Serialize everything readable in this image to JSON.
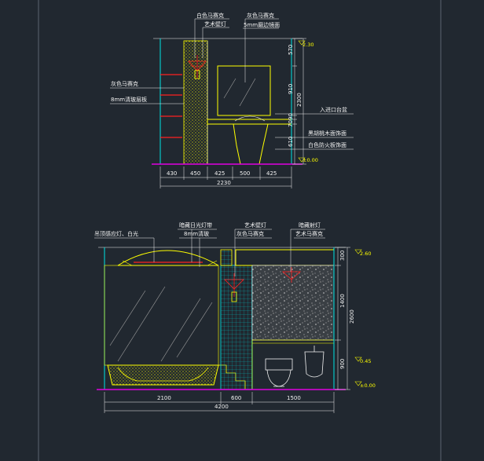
{
  "colors": {
    "background": "#212830",
    "frame": "#5a6470",
    "yellow": "#ffff00",
    "cyan": "#00e5e5",
    "red": "#ff2020",
    "magenta": "#e000e0",
    "white": "#f2f2f2",
    "grey": "#a0a0a0"
  },
  "top_elevation": {
    "labels": {
      "white_grout": "白色马赛克",
      "art_lamp": "艺术壁灯",
      "grey_mosaic": "灰色马赛克",
      "mirror_edge": "5mm磨边镜面",
      "grey_mosaic_left": "灰色马赛克",
      "clear_glass": "8mm清玻层板",
      "imported_basin": "入进口台盆",
      "black_granite": "黑胡桃木面饰面",
      "white_fireproof": "白色防火板饰面"
    },
    "dims_bottom": [
      "430",
      "450",
      "425",
      "500",
      "425"
    ],
    "dim_total": "2230",
    "dims_right": [
      "570",
      "910",
      "90",
      "70",
      "610",
      "2300"
    ],
    "levels": [
      "2.30",
      "±0.00"
    ]
  },
  "bottom_elevation": {
    "labels": {
      "ceiling_pipe": "吊顶感应灯、白光",
      "daylight_tube": "暗藏日光灯带",
      "clear_glass": "8mm清玻",
      "art_lamp": "艺术壁灯",
      "grey_mosaic": "灰色马赛克",
      "concealed_lamp": "暗藏射灯",
      "art_cabinet": "艺术马赛克"
    },
    "dims_bottom": [
      "2100",
      "600",
      "1500"
    ],
    "dim_total": "4200",
    "dims_right": [
      "300",
      "1400",
      "900",
      "2600"
    ],
    "levels": [
      "2.60",
      "0.45",
      "±0.00"
    ]
  }
}
